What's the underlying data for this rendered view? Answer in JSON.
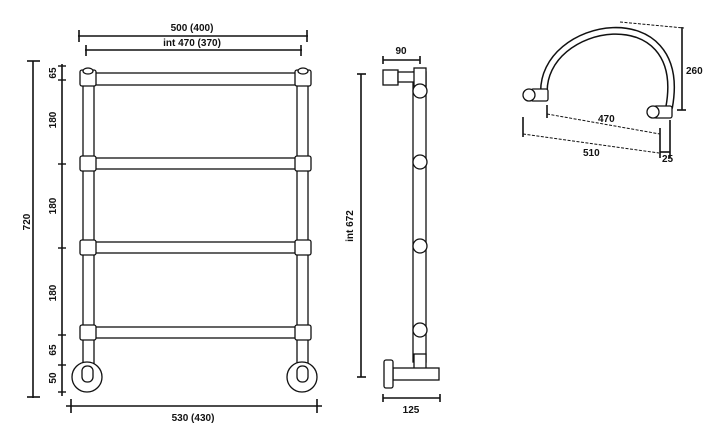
{
  "front_view": {
    "overall_width": "500 (400)",
    "internal_width": "int 470 (370)",
    "overall_height": "720",
    "spacing_top": "65",
    "spacing_1": "180",
    "spacing_2": "180",
    "spacing_3": "180",
    "spacing_bottom": "65",
    "foot_height": "50",
    "base_width": "530 (430)"
  },
  "side_view": {
    "depth_top": "90",
    "internal_height": "int 672",
    "depth_bottom": "125"
  },
  "arc_view": {
    "height": "260",
    "inner_width": "470",
    "outer_width": "510",
    "offset": "25"
  }
}
